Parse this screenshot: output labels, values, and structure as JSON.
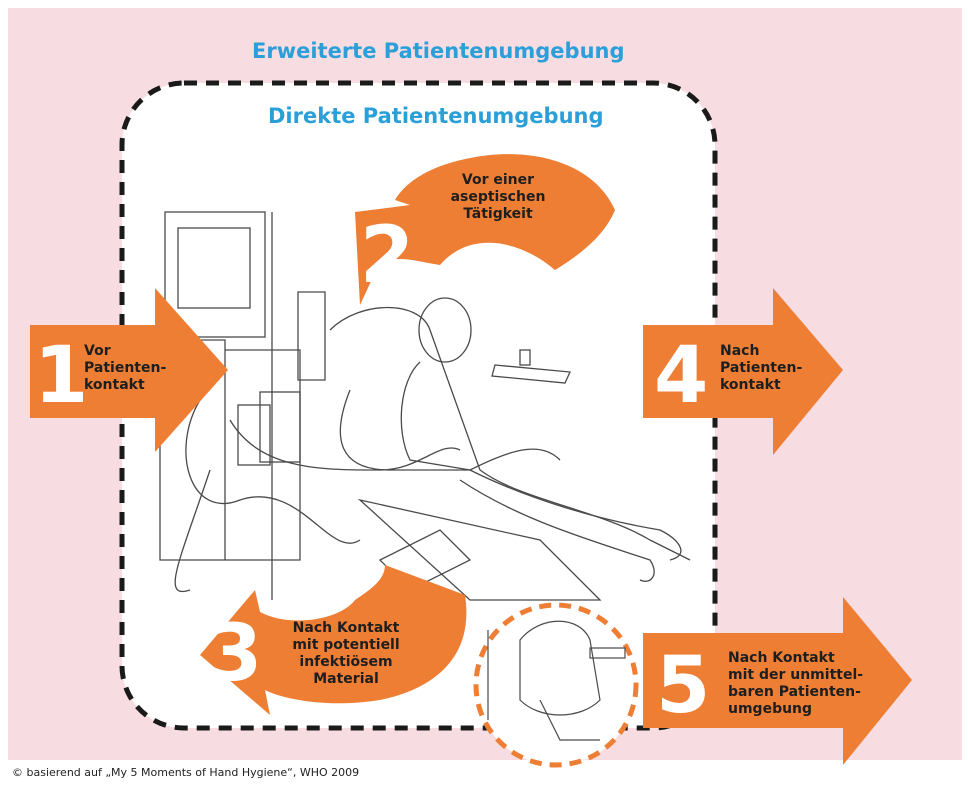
{
  "zones": {
    "extended": "Erweiterte Patientenumgebung",
    "direct": "Direkte Patientenumgebung"
  },
  "moments": [
    {
      "number": "1",
      "label": "Vor\nPatienten-\nkontakt"
    },
    {
      "number": "2",
      "label": "Vor einer\naseptischen\nTätigkeit"
    },
    {
      "number": "3",
      "label": "Nach Kontakt\nmit potentiell\ninfektiösem\nMaterial"
    },
    {
      "number": "4",
      "label": "Nach\nPatienten-\nkontakt"
    },
    {
      "number": "5",
      "label": "Nach Kontakt\nmit der unmittel-\nbaren Patienten-\numgebung"
    }
  ],
  "credit": "© basierend auf „My 5 Moments of Hand Hygiene“, WHO 2009",
  "colors": {
    "background": "#f7dde2",
    "arrow": "#ee7e34",
    "title": "#2a9fd8",
    "dash": "#1a1a1a"
  }
}
